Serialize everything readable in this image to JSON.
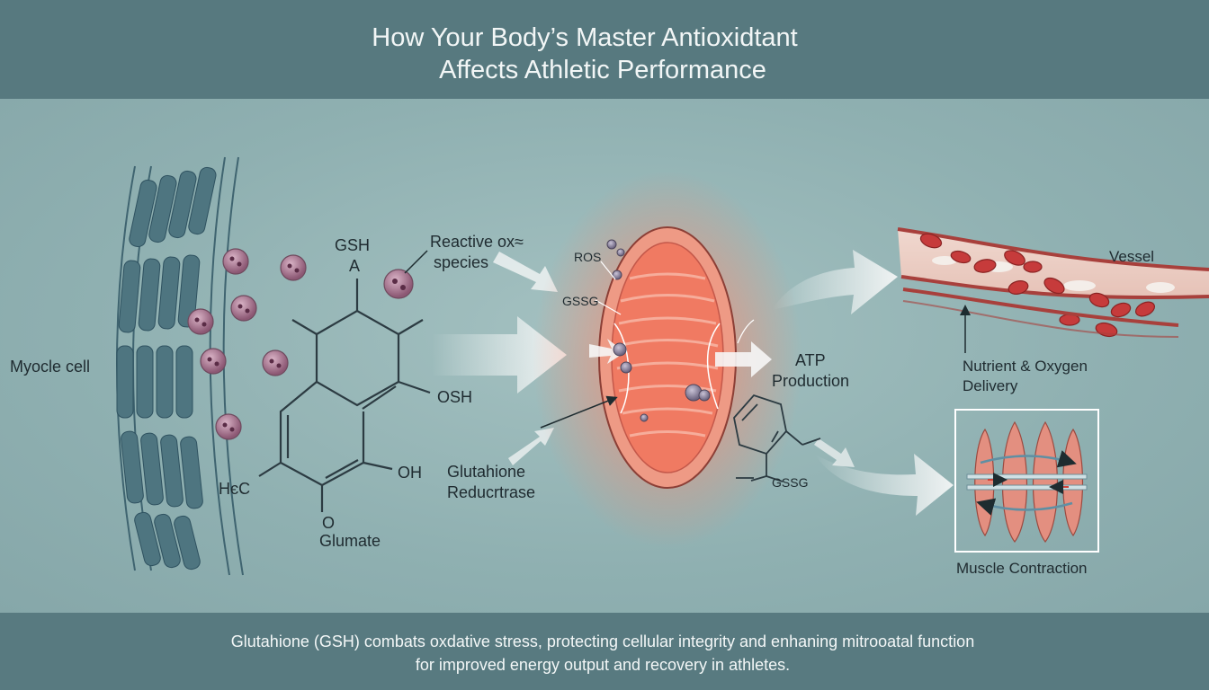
{
  "header": {
    "title_line1": "How Your Body’s Master Antioxidtant",
    "title_line2": "Affects Athletic Performance"
  },
  "labels": {
    "myocyte": "Myocle cell",
    "gsh": "GSH",
    "a": "A",
    "reactive_line1": "Reactive ox≈",
    "reactive_line2": "species",
    "osh": "OSH",
    "oh": "OH",
    "hc": "HєC",
    "o": "O",
    "glumate": "Glumate",
    "ros": "ROS",
    "gssg_left": "GSSG",
    "reductase_line1": "Glutahione",
    "reductase_line2": "Reducrtrase",
    "atp_line1": "ATP",
    "atp_line2": "Production",
    "gssg_right": "GSSG",
    "vessel": "Vessel",
    "nutrient_line1": "Nutrient & Oxygen",
    "nutrient_line2": "Delivery",
    "muscle": "Muscle Contraction"
  },
  "footer": {
    "line1": "Glutahione (GSH) combats oxdative stress, protecting cellular integrity and enhaning mitrooatal function",
    "line2": "for improved energy output and recovery in athletes."
  },
  "colors": {
    "header_bg": "#57797f",
    "background": "#8fb0b1",
    "mitochondrion": "#e8725e",
    "blood_cell": "#c63b3b",
    "molecule": "#9c6b83"
  }
}
